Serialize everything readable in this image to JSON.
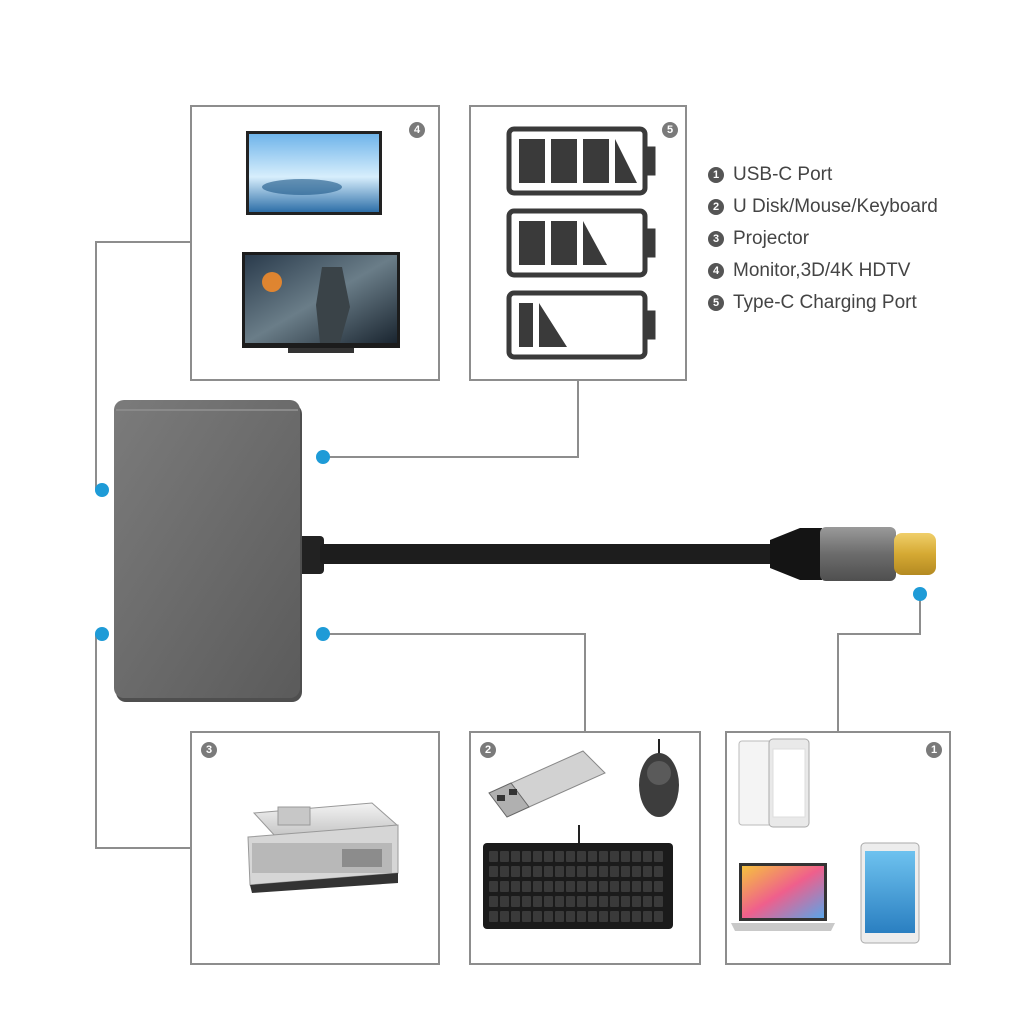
{
  "legend": [
    {
      "num": "1",
      "label": "USB-C Port"
    },
    {
      "num": "2",
      "label": "U Disk/Mouse/Keyboard"
    },
    {
      "num": "3",
      "label": "Projector"
    },
    {
      "num": "4",
      "label": "Monitor,3D/4K HDTV"
    },
    {
      "num": "5",
      "label": "Type-C Charging Port"
    }
  ],
  "panels": {
    "monitor": {
      "num": "4"
    },
    "charging": {
      "num": "5"
    },
    "projector": {
      "num": "3"
    },
    "peripherals": {
      "num": "2"
    },
    "usb_c_devices": {
      "num": "1"
    }
  },
  "colors": {
    "connector_dot": "#1e9bd7",
    "hub_body": "#6e6e6e",
    "cable": "#1a1a1a",
    "plug_tip": "#d6a935",
    "line": "#8d8d8d"
  },
  "icons": [
    "monitor-icon",
    "tv-icon",
    "battery-full-icon",
    "battery-medium-icon",
    "battery-low-icon",
    "projector-icon",
    "usb-drive-icon",
    "mouse-icon",
    "keyboard-icon",
    "phone-icon",
    "laptop-icon",
    "tablet-icon"
  ]
}
